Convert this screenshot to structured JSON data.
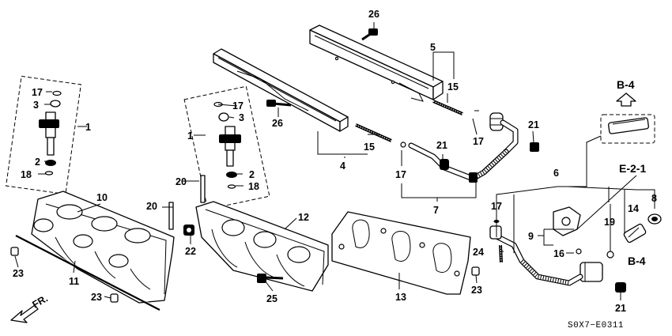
{
  "callouts": {
    "c26a": "26",
    "c5": "5",
    "c15a": "15",
    "c17r": "17",
    "c21a": "21",
    "c26b": "26",
    "c17l": "17",
    "c3l": "3",
    "c1l": "1",
    "c2l": "2",
    "c18l": "18",
    "c17m": "17",
    "c3m": "3",
    "c1m": "1",
    "c2m": "2",
    "c18m": "18",
    "c15b": "15",
    "c4": "4",
    "c21b": "21",
    "c17c": "17",
    "c7": "7",
    "c20a": "20",
    "c20b": "20",
    "c10": "10",
    "c12": "12",
    "c22": "22",
    "c23a": "23",
    "c23b": "23",
    "c23c": "23",
    "c11": "11",
    "c25": "25",
    "c13": "13",
    "c6": "6",
    "c9": "9",
    "c16": "16",
    "c17f": "17",
    "c24": "24",
    "c19": "19",
    "c14": "14",
    "c8": "8",
    "c21c": "21"
  },
  "refs": {
    "b4_top": "B-4",
    "b4_bottom": "B-4",
    "e21": "E-2-1",
    "front": "FR."
  },
  "diagram_code": "S0X7−E0311"
}
